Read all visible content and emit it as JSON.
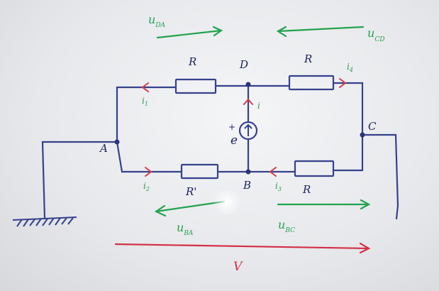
{
  "diagram": {
    "nodes": {
      "A": "A",
      "B": "B",
      "C": "C",
      "D": "D"
    },
    "resistors": {
      "top_left": "R",
      "top_right": "R",
      "bottom_left": "R'",
      "bottom_right": "R"
    },
    "currents": {
      "i1": "i",
      "i1_sub": "1",
      "i2": "i",
      "i2_sub": "2",
      "i3": "i",
      "i3_sub": "3",
      "i4": "i",
      "i4_sub": "4",
      "i": "i"
    },
    "source": {
      "emf": "e",
      "plus": "+"
    },
    "voltages": {
      "u_DA": "u",
      "u_DA_sub": "DA",
      "u_CD": "u",
      "u_CD_sub": "CD",
      "u_BA": "u",
      "u_BA_sub": "BA",
      "u_BC": "u",
      "u_BC_sub": "BC",
      "V": "V"
    },
    "colors": {
      "wire": "#36418c",
      "current_arrow": "#d43c4a",
      "current_label": "#2e9a4a",
      "voltage": "#22a34e",
      "total_voltage": "#d52f46"
    }
  }
}
